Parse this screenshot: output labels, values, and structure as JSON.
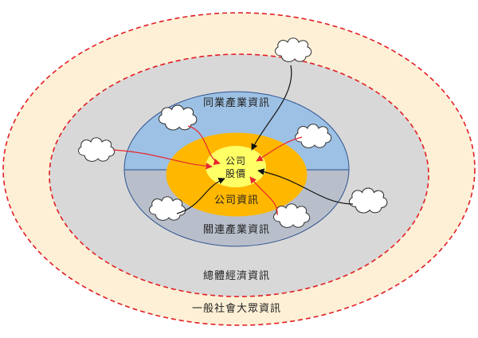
{
  "labels": {
    "outer": "一般社會大眾資訊",
    "macro": "總體經濟資訊",
    "peer": "同業產業資訊",
    "related": "關連產業資訊",
    "company": "公司資訊",
    "center_line1": "公司",
    "center_line2": "股價"
  },
  "colors": {
    "outer_fill": "#FDF0D6",
    "dashed_border": "#E21E26",
    "macro_fill": "#D8D8D8",
    "peer_fill": "#9DC1E4",
    "related_fill": "#B8BFCB",
    "company_fill": "#FFB700",
    "center_fill": "#FFFF66",
    "red_arrow": "#E8262F",
    "black_arrow": "#111111",
    "cloud_fill": "#ffffff"
  },
  "icons": [
    "cloud-icon",
    "arrow-icon"
  ]
}
